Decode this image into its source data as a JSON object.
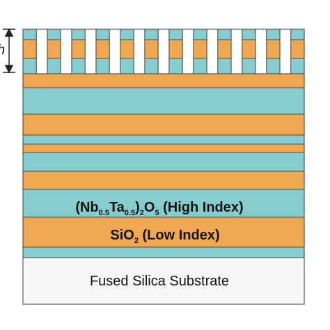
{
  "diagram": {
    "colors": {
      "high_index": "#f0a850",
      "low_index": "#86cdd0",
      "substrate": "#f7f7f9",
      "outline": "#3c3c3c"
    },
    "layers_top_to_bottom": [
      "low_index",
      "high_index",
      "low_index",
      "high_index",
      "low_index",
      "high_index",
      "low_index",
      "high_index",
      "low_index",
      "high_index",
      "low_index",
      "high_index",
      "low_index",
      "high_index"
    ],
    "grating_teeth": 12,
    "high_index_label": {
      "open": "(Nb",
      "sub1": "0.5",
      "mid": "Ta",
      "sub2": "0.5",
      "close": ")",
      "sub3": "2",
      "o": "O",
      "sub4": "5",
      "rest": " (High Index)"
    },
    "low_index_label": {
      "base": "SiO",
      "sub": "2",
      "rest": " (Low Index)"
    },
    "substrate_label": "Fused Silica Substrate",
    "dimension_marker": "h"
  }
}
